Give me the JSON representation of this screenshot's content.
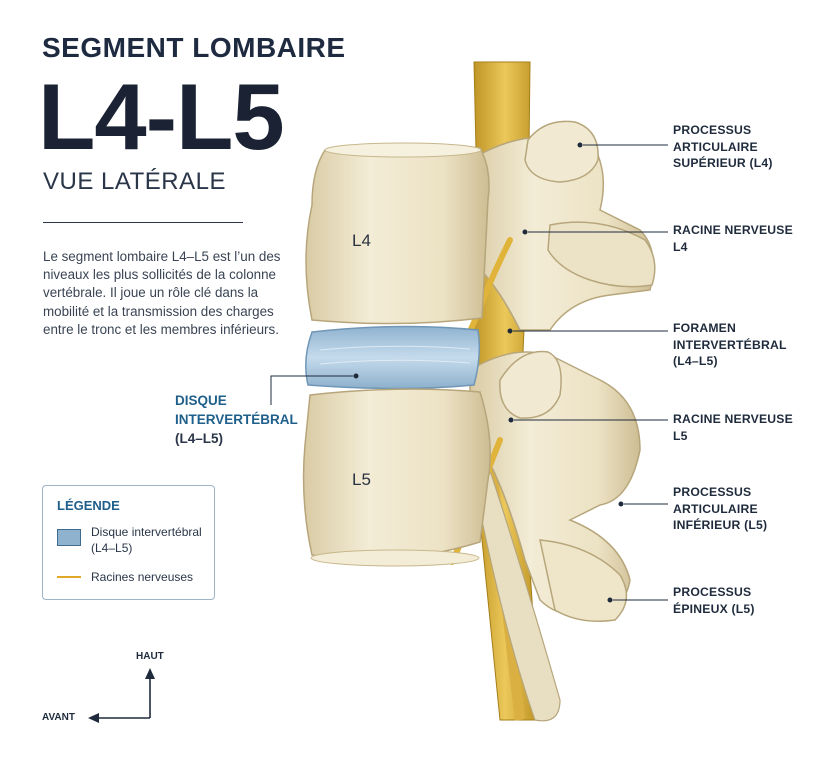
{
  "title": {
    "kicker": "SEGMENT LOMBAIRE",
    "main": "L4-L5",
    "sub": "VUE LATÉRALE"
  },
  "description": "Le segment lombaire L4–L5 est l’un des niveaux les plus sollicités de la colonne vertébrale. Il joue un rôle clé dans la mobilité et la transmission des charges entre le tronc et les membres inférieurs.",
  "disc_label": [
    "DISQUE",
    "INTERVERTÉBRAL",
    "(L4–L5)"
  ],
  "vertebra_labels": {
    "upper": "L4",
    "lower": "L5"
  },
  "annotations": [
    {
      "id": "sup-articular",
      "lines": [
        "PROCESSUS",
        "ARTICULAIRE",
        "SUPÉRIEUR (L4)"
      ]
    },
    {
      "id": "nerve-root-l4",
      "lines": [
        "RACINE NERVEUSE",
        "L4"
      ]
    },
    {
      "id": "foramen",
      "lines": [
        "FORAMEN",
        "INTERVERTÉBRAL",
        "(L4–L5)"
      ]
    },
    {
      "id": "nerve-root-l5",
      "lines": [
        "RACINE NERVEUSE",
        "L5"
      ]
    },
    {
      "id": "inf-articular",
      "lines": [
        "PROCESSUS",
        "ARTICULAIRE",
        "INFÉRIEUR (L5)"
      ]
    },
    {
      "id": "spinous",
      "lines": [
        "PROCESSUS",
        "ÉPINEUX (L5)"
      ]
    }
  ],
  "legend": {
    "title": "LÉGENDE",
    "items": [
      {
        "label": "Disque intervertébral (L4–L5)",
        "swatch_color": "#8fb2cf"
      },
      {
        "label": "Racines nerveuses",
        "swatch_color": "#e0a827"
      }
    ]
  },
  "orientation": {
    "up": "HAUT",
    "front": "AVANT"
  },
  "colors": {
    "bone": "#efe7cf",
    "bone_shadow": "#d8cba6",
    "disc": "#a9c6dd",
    "nerve": "#e0b43a",
    "accent_blue": "#1f5f8b",
    "text_dark": "#1a2233"
  }
}
